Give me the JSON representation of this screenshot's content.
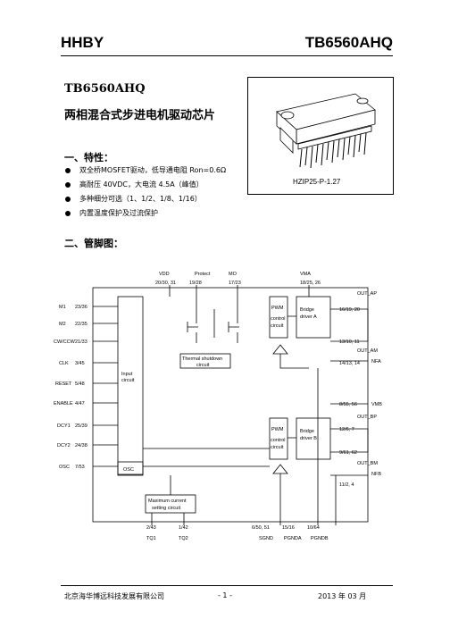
{
  "header": {
    "left": "HHBY",
    "right": "TB6560AHQ"
  },
  "title": {
    "part": "TB6560AHQ",
    "subtitle": "两相混合式步进电机驱动芯片"
  },
  "package_label": "HZIP25-P-1.27",
  "features": {
    "heading": "一、特性：",
    "items": [
      "双全桥MOSFET驱动，低导通电阻 Ron=0.6Ω",
      "高耐压 40VDC，大电流 4.5A（峰值）",
      "多种细分可选（1、1/2、1/8、1/16）",
      "内置温度保护及过流保护"
    ]
  },
  "pinout": {
    "heading": "二、管脚图：",
    "top_pins": [
      {
        "name": "VDD",
        "pins": "20/30, 31"
      },
      {
        "name": "Protect",
        "pins": "19/28"
      },
      {
        "name": "MO",
        "pins": "17/23"
      },
      {
        "name": "VMA",
        "pins": "18/25, 26"
      }
    ],
    "left_pins": [
      {
        "name": "M1",
        "pins": "23/36"
      },
      {
        "name": "M2",
        "pins": "22/35"
      },
      {
        "name": "CW/CCW",
        "pins": "21/33"
      },
      {
        "name": "CLK",
        "pins": "3/45"
      },
      {
        "name": "RESET",
        "pins": "5/48"
      },
      {
        "name": "ENABLE",
        "pins": "4/47"
      },
      {
        "name": "DCY1",
        "pins": "25/39"
      },
      {
        "name": "DCY2",
        "pins": "24/38"
      },
      {
        "name": "OSC",
        "pins": "7/53"
      }
    ],
    "right_pins": [
      {
        "name": "OUT_AP",
        "pins": "16/19, 20"
      },
      {
        "name": "OUT_AM",
        "pins": "13/10, 11"
      },
      {
        "name": "NFA",
        "pins": "14/13, 14"
      },
      {
        "name": "VMB",
        "pins": "8/55, 56"
      },
      {
        "name": "OUT_BP",
        "pins": "12/6, 7"
      },
      {
        "name": "OUT_BM",
        "pins": "9/61, 62"
      },
      {
        "name": "NFB",
        "pins": "11/2, 4"
      }
    ],
    "bottom_pins": [
      {
        "name": "TQ1",
        "pins": "2/43"
      },
      {
        "name": "TQ2",
        "pins": "1/42"
      },
      {
        "name": "SGND",
        "pins": "6/50, 51"
      },
      {
        "name": "PGNDA",
        "pins": "15/16"
      },
      {
        "name": "PGNDB",
        "pins": "10/64"
      }
    ],
    "blocks": {
      "input": "Input circuit",
      "osc": "OSC",
      "thermal": "Thermal shutdown circuit",
      "pwm": "PWM",
      "control": "control circuit",
      "bridge_a": "Bridge driver A",
      "bridge_b": "Bridge driver B",
      "max_current": "Maximum current setting circuit"
    }
  },
  "footer": {
    "company": "北京海华博远科技发展有限公司",
    "page": "- 1 -",
    "date": "2013 年 03 月"
  }
}
